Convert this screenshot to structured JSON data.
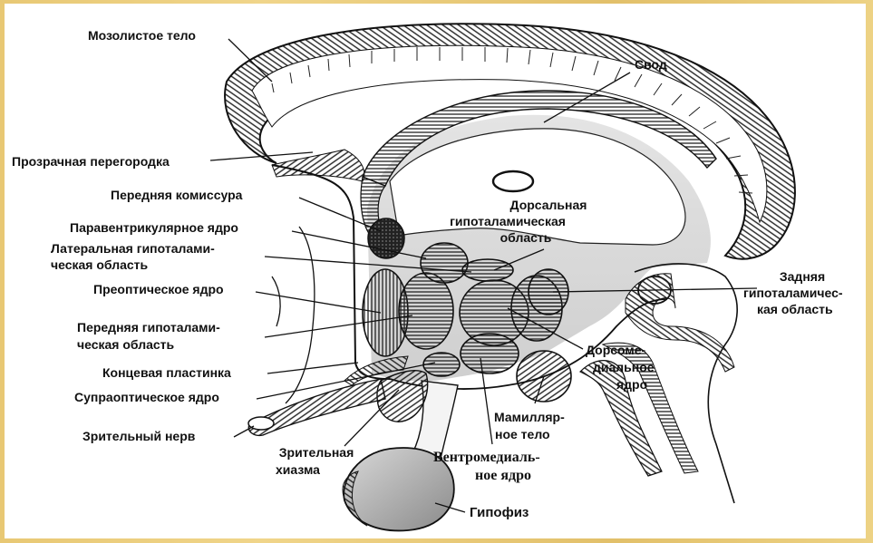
{
  "labels": {
    "corpus_callosum": "Мозолистое тело",
    "fornix": "Свод",
    "septum_pellucidum": "Прозрачная перегородка",
    "anterior_commissure": "Передняя комиссура",
    "paraventricular_nucleus": "Паравентрикулярное ядро",
    "lateral_hypothalamic_area_1": "Латеральная гипоталами-",
    "lateral_hypothalamic_area_2": "ческая область",
    "preoptic_nucleus": "Преоптическое ядро",
    "anterior_hypothalamic_area_1": "Передняя гипоталами-",
    "anterior_hypothalamic_area_2": "ческая область",
    "lamina_terminalis": "Концевая пластинка",
    "supraoptic_nucleus": "Супраоптическое ядро",
    "optic_nerve": "Зрительный нерв",
    "optic_chiasm_1": "Зрительная",
    "optic_chiasm_2": "хиазма",
    "dorsal_hypothalamic_area_1": "Дорсальная",
    "dorsal_hypothalamic_area_2": "гипоталамическая",
    "dorsal_hypothalamic_area_3": "область",
    "posterior_hypothalamic_area_1": "Задняя",
    "posterior_hypothalamic_area_2": "гипоталамичес-",
    "posterior_hypothalamic_area_3": "кая область",
    "dorsomedial_nucleus_1": "Дорсоме-",
    "dorsomedial_nucleus_2": "диальное",
    "dorsomedial_nucleus_3": "ядро",
    "mammillary_body_1": "Мамилляр-",
    "mammillary_body_2": "ное тело",
    "ventromedial_nucleus_1": "Вентромедиаль-",
    "ventromedial_nucleus_2": "ное ядро",
    "pituitary": "Гипофиз"
  },
  "colors": {
    "frame": "#e6c66f",
    "ink": "#111111",
    "paper": "#ffffff"
  }
}
